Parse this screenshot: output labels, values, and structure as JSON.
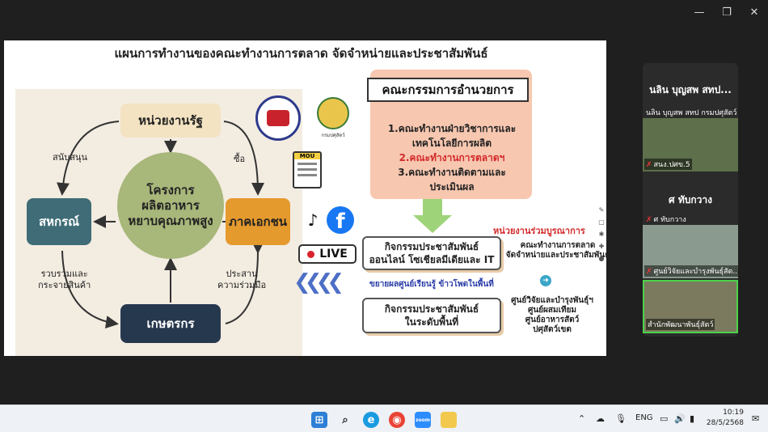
{
  "window": {
    "minimize": "—",
    "restore": "❐",
    "close": "✕"
  },
  "slide": {
    "title": "แผนการทำงานของคณะทำงานการตลาด จัดจำหน่ายและประชาสัมพันธ์",
    "gov": "หน่วยงานรัฐ",
    "coop": "สหกรณ์",
    "private": "ภาคเอกชน",
    "farmer": "เกษตรกร",
    "project": [
      "โครงการ",
      "ผลิตอาหาร",
      "หยาบคุณภาพสูง"
    ],
    "support": "สนับสนุน",
    "buy": "ซื้อ",
    "collect": [
      "รวบรวมและ",
      "กระจายสินค้า"
    ],
    "coordinate": [
      "ประสาน",
      "ความร่วมมือ"
    ],
    "logo2_caption": "กรมปศุสัตว์",
    "mou": "MOU",
    "tiktok": "♪",
    "facebook": "f",
    "live": "LIVE",
    "committee_head": "คณะกรรมการอำนวยการ",
    "committee_items": [
      "1.คณะทำงานฝ่ายวิชาการและ",
      "เทคโนโลยีการผลิต",
      "2.คณะทำงานการตลาดฯ",
      "3.คณะทำงานติดตามและ",
      "ประเมินผล"
    ],
    "act1": [
      "กิจกรรมประชาสัมพันธ์",
      "ออนไลน์ โซเชียลมีเดียและ IT"
    ],
    "blue_note": "ขยายผลศูนย์เรียนรู้ ข้าวโพดในพื้นที่",
    "act2": [
      "กิจกรรมประชาสัมพันธ์",
      "ในระดับพื้นที่"
    ],
    "joint_title": "หน่วยงานร่วมบูรณาการ",
    "joint_text": [
      "คณะทำงานการตลาด",
      "จัดจำหน่ายและประชาสัมพันธ์"
    ],
    "joint_text2": [
      "ศูนย์วิจัยและบำรุงพันธุ์ฯ",
      "ศูนย์ผสมเทียม",
      "ศูนย์อาหารสัตว์",
      "ปศุสัตว์เขต"
    ],
    "next": "➜"
  },
  "participants": {
    "header": "นลิน บุญสพ สทป...",
    "tiles": [
      {
        "name": "นลิน บุญสพ สทป กรมปศุสัตว์",
        "caption": "สนง.ปศข.5"
      },
      {
        "name": "ศ ทับกวาง",
        "caption": "ศ ทับกวาง"
      },
      {
        "name": "ศูนย์วิจัยและบำรุงพันธุ์สัต...",
        "caption": "สำนักพัฒนาพันธุ์สัตว์"
      }
    ],
    "big_name": "ศ ทับกวาง"
  },
  "taskbar": {
    "lang": "ENG",
    "time": "10:19",
    "date": "28/5/2568",
    "zoom_label": "zoom"
  }
}
